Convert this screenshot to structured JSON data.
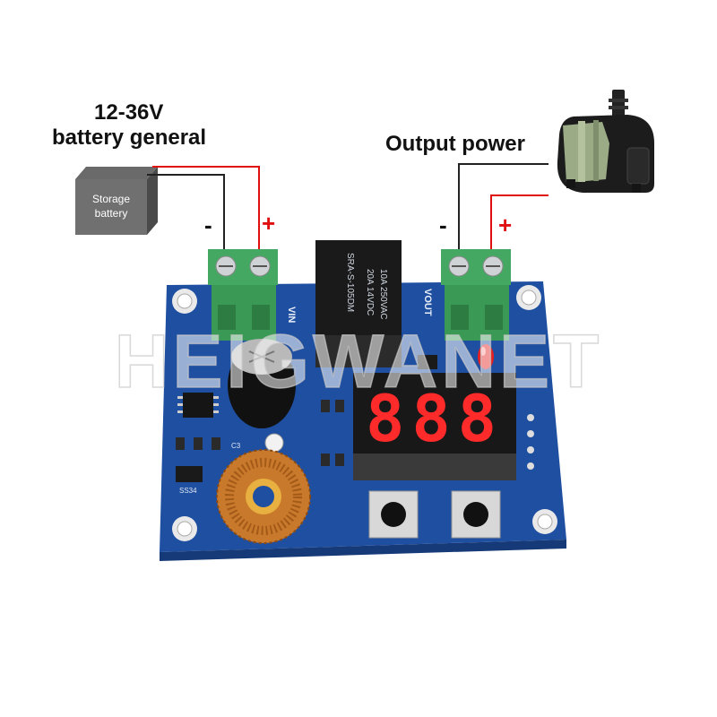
{
  "labels": {
    "input_voltage": "12-36V",
    "input_general": "battery general",
    "output_power": "Output power",
    "battery_line1": "Storage",
    "battery_line2": "battery",
    "minus_sign": "-",
    "plus_sign": "+"
  },
  "board": {
    "vin_label": "VIN",
    "vout_label": "VOUT",
    "relay_line1": "SRA-S-105DM",
    "relay_line2": "20A 14VDC",
    "relay_line3": "10A 250VAC",
    "display_digits": "888",
    "inductor_label": "C3",
    "chip_label": "SS34"
  },
  "watermark": "HEIGWANET",
  "colors": {
    "pcb": "#1f4fa0",
    "terminal": "#3fa35a",
    "wire_red": "#e01010",
    "wire_black": "#222222",
    "digit_red": "#ff2a2a"
  }
}
